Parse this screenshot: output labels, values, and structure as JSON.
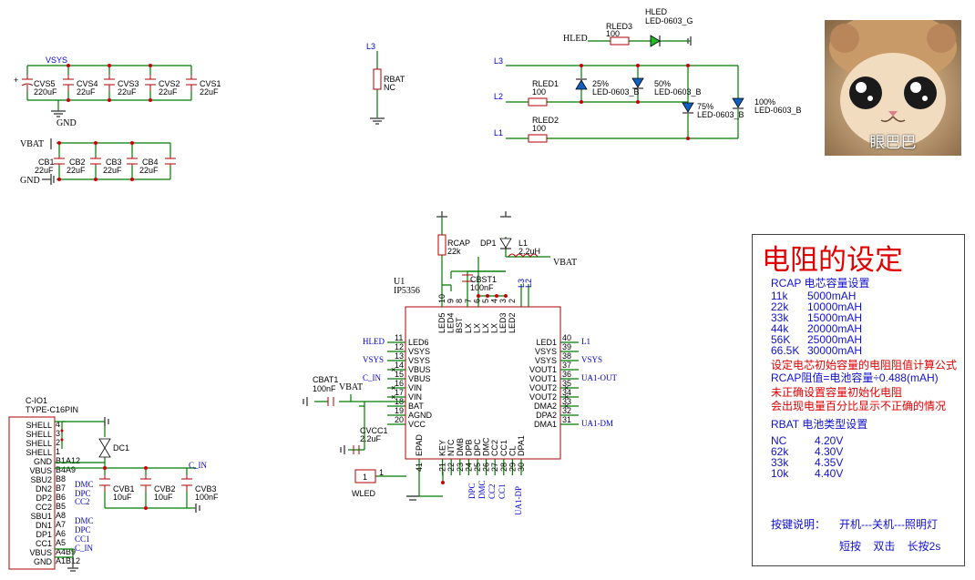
{
  "supply_caps": {
    "net": "VSYS",
    "gnd": "GND",
    "caps": [
      {
        "ref": "CVS5",
        "value": "220uF"
      },
      {
        "ref": "CVS4",
        "value": "22uF"
      },
      {
        "ref": "CVS3",
        "value": "22uF"
      },
      {
        "ref": "CVS2",
        "value": "22uF"
      },
      {
        "ref": "CVS1",
        "value": "22uF"
      }
    ]
  },
  "battery_caps": {
    "net": "VBAT",
    "gnd": "GND",
    "caps": [
      {
        "ref": "CB1",
        "value": "22uF"
      },
      {
        "ref": "CB2",
        "value": "22uF"
      },
      {
        "ref": "CB3",
        "value": "22uF"
      },
      {
        "ref": "CB4",
        "value": "22uF"
      }
    ]
  },
  "rbat": {
    "net": "L3",
    "ref": "RBAT",
    "value": "NC"
  },
  "leds": {
    "hled_net": "HLED",
    "hled_res": {
      "ref": "RLED3",
      "value": "100"
    },
    "hled_led": {
      "ref": "HLED",
      "part": "LED-0603_G"
    },
    "l3": "L3",
    "l2": "L2",
    "l1": "L1",
    "rled1": {
      "ref": "RLED1",
      "value": "100"
    },
    "rled2": {
      "ref": "RLED2",
      "value": "100"
    },
    "d25": {
      "pct": "25%",
      "part": "LED-0603_B"
    },
    "d50": {
      "pct": "50%",
      "part": "LED-0603_B"
    },
    "d75": {
      "pct": "75%",
      "part": "LED-0603_B"
    },
    "d100": {
      "pct": "100%",
      "part": "LED-0603_B"
    }
  },
  "photo": {
    "caption": "眼巴巴"
  },
  "ic": {
    "ref": "U1",
    "part": "IP5356",
    "rcap": {
      "ref": "RCAP",
      "value": "22k"
    },
    "dp1": "DP1",
    "l1": {
      "ref": "L1",
      "value": "2.2uH"
    },
    "vbat_net": "VBAT",
    "cbst": {
      "ref": "CBST1",
      "value": "100nF"
    },
    "cbat": {
      "ref": "CBAT1",
      "value": "100nF",
      "net": "VBAT"
    },
    "cvcc": {
      "ref": "CVCC1",
      "value": "2.2uF"
    },
    "wled": "WLED",
    "wled_pin": "1",
    "left_pins": [
      {
        "num": "11",
        "name": "LED6",
        "net": "HLED"
      },
      {
        "num": "12",
        "name": "VSYS",
        "net": ""
      },
      {
        "num": "13",
        "name": "VSYS",
        "net": "VSYS"
      },
      {
        "num": "14",
        "name": "VBUS",
        "net": ""
      },
      {
        "num": "15",
        "name": "VBUS",
        "net": "C_IN"
      },
      {
        "num": "16",
        "name": "VIN",
        "net": ""
      },
      {
        "num": "17",
        "name": "VIN",
        "net": ""
      },
      {
        "num": "18",
        "name": "BAT",
        "net": ""
      },
      {
        "num": "19",
        "name": "AGND",
        "net": ""
      },
      {
        "num": "20",
        "name": "VCC",
        "net": ""
      }
    ],
    "right_pins": [
      {
        "num": "40",
        "name": "LED1",
        "net": "L1"
      },
      {
        "num": "39",
        "name": "VSYS",
        "net": ""
      },
      {
        "num": "38",
        "name": "VSYS",
        "net": "VSYS"
      },
      {
        "num": "37",
        "name": "VOUT1",
        "net": ""
      },
      {
        "num": "36",
        "name": "VOUT1",
        "net": "UA1-OUT"
      },
      {
        "num": "35",
        "name": "VOUT2",
        "net": ""
      },
      {
        "num": "34",
        "name": "VOUT2",
        "net": ""
      },
      {
        "num": "33",
        "name": "DMA2",
        "net": ""
      },
      {
        "num": "32",
        "name": "DPA2",
        "net": ""
      },
      {
        "num": "31",
        "name": "DMA1",
        "net": "UA1-DM"
      }
    ],
    "top_pins": [
      {
        "num": "10",
        "name": "LED5"
      },
      {
        "num": "9",
        "name": "LED4"
      },
      {
        "num": "8",
        "name": "BST"
      },
      {
        "num": "7",
        "name": "LX"
      },
      {
        "num": "6",
        "name": "LX"
      },
      {
        "num": "5",
        "name": "LX"
      },
      {
        "num": "4",
        "name": "LX"
      },
      {
        "num": "3",
        "name": "LED3"
      },
      {
        "num": "2",
        "name": "LED2"
      }
    ],
    "top_nets": [
      "L3",
      "L2"
    ],
    "bottom_pins": [
      {
        "num": "41",
        "name": "EPAD"
      },
      {
        "num": "21",
        "name": "KEY"
      },
      {
        "num": "22",
        "name": "NTC"
      },
      {
        "num": "23",
        "name": "DMB"
      },
      {
        "num": "24",
        "name": "DPB"
      },
      {
        "num": "25",
        "name": "DPC"
      },
      {
        "num": "26",
        "name": "DMC"
      },
      {
        "num": "27",
        "name": "CC2"
      },
      {
        "num": "28",
        "name": "CC1"
      },
      {
        "num": "29",
        "name": "CL"
      },
      {
        "num": "30",
        "name": "DPA1"
      }
    ],
    "bottom_nets": [
      "DPC",
      "DMC",
      "CC2",
      "CC1",
      "UA1-DP"
    ]
  },
  "usb": {
    "ref": "C-IO1",
    "part": "TYPE-C16PIN",
    "pins": [
      {
        "name": "SHELL",
        "num": "4"
      },
      {
        "name": "SHELL",
        "num": "3"
      },
      {
        "name": "SHELL",
        "num": "2"
      },
      {
        "name": "SHELL",
        "num": "1"
      },
      {
        "name": "GND",
        "num": "B1A12"
      },
      {
        "name": "VBUS",
        "num": "B4A9"
      },
      {
        "name": "SBU2",
        "num": "B8"
      },
      {
        "name": "DN2",
        "num": "B7"
      },
      {
        "name": "DP2",
        "num": "B6"
      },
      {
        "name": "CC2",
        "num": "B5"
      },
      {
        "name": "SBU1",
        "num": "A8"
      },
      {
        "name": "DN1",
        "num": "A7"
      },
      {
        "name": "DP1",
        "num": "A6"
      },
      {
        "name": "CC1",
        "num": "A5"
      },
      {
        "name": "VBUS",
        "num": "A4B9"
      },
      {
        "name": "GND",
        "num": "A1B12"
      }
    ],
    "nets": {
      "dmc": "DMC",
      "dpc": "DPC",
      "cc2": "CC2",
      "dmc2": "DMC",
      "dpc2": "DPC",
      "cc1": "CC1",
      "cin": "C_IN",
      "cin2": "C_IN"
    },
    "dc1": "DC1",
    "cvb1": {
      "ref": "CVB1",
      "value": "10uF"
    },
    "cvb2": {
      "ref": "CVB2",
      "value": "10uF"
    },
    "cvb3": {
      "ref": "CVB3",
      "value": "100nF"
    }
  },
  "notes": {
    "title": "电阻的设定",
    "rcap_header": "RCAP 电芯容量设置",
    "rcap_rows": [
      {
        "r": "11k",
        "cap": "5000mAH"
      },
      {
        "r": "22k",
        "cap": "10000mAH"
      },
      {
        "r": "33k",
        "cap": "15000mAH"
      },
      {
        "r": "44k",
        "cap": "20000mAH"
      },
      {
        "r": "56K",
        "cap": "25000mAH"
      },
      {
        "r": "66.5K",
        "cap": "30000mAH"
      }
    ],
    "formula_title": "设定电芯初始容量的电阻阻值计算公式",
    "formula": "RCAP阻值=电池容量÷0.488(mAH)",
    "warn1": "未正确设置容量初始化电阻",
    "warn2": "会出现电量百分比显示不正确的情况",
    "rbat_header": "RBAT 电池类型设置",
    "rbat_rows": [
      {
        "r": "NC",
        "v": "4.20V"
      },
      {
        "r": "62k",
        "v": "4.30V"
      },
      {
        "r": "33k",
        "v": "4.35V"
      },
      {
        "r": "10k",
        "v": "4.40V"
      }
    ],
    "key_title": "按键说明：",
    "key_funcs": "开机---关机---照明灯",
    "key_acts": "短按    双击    长按2s"
  }
}
